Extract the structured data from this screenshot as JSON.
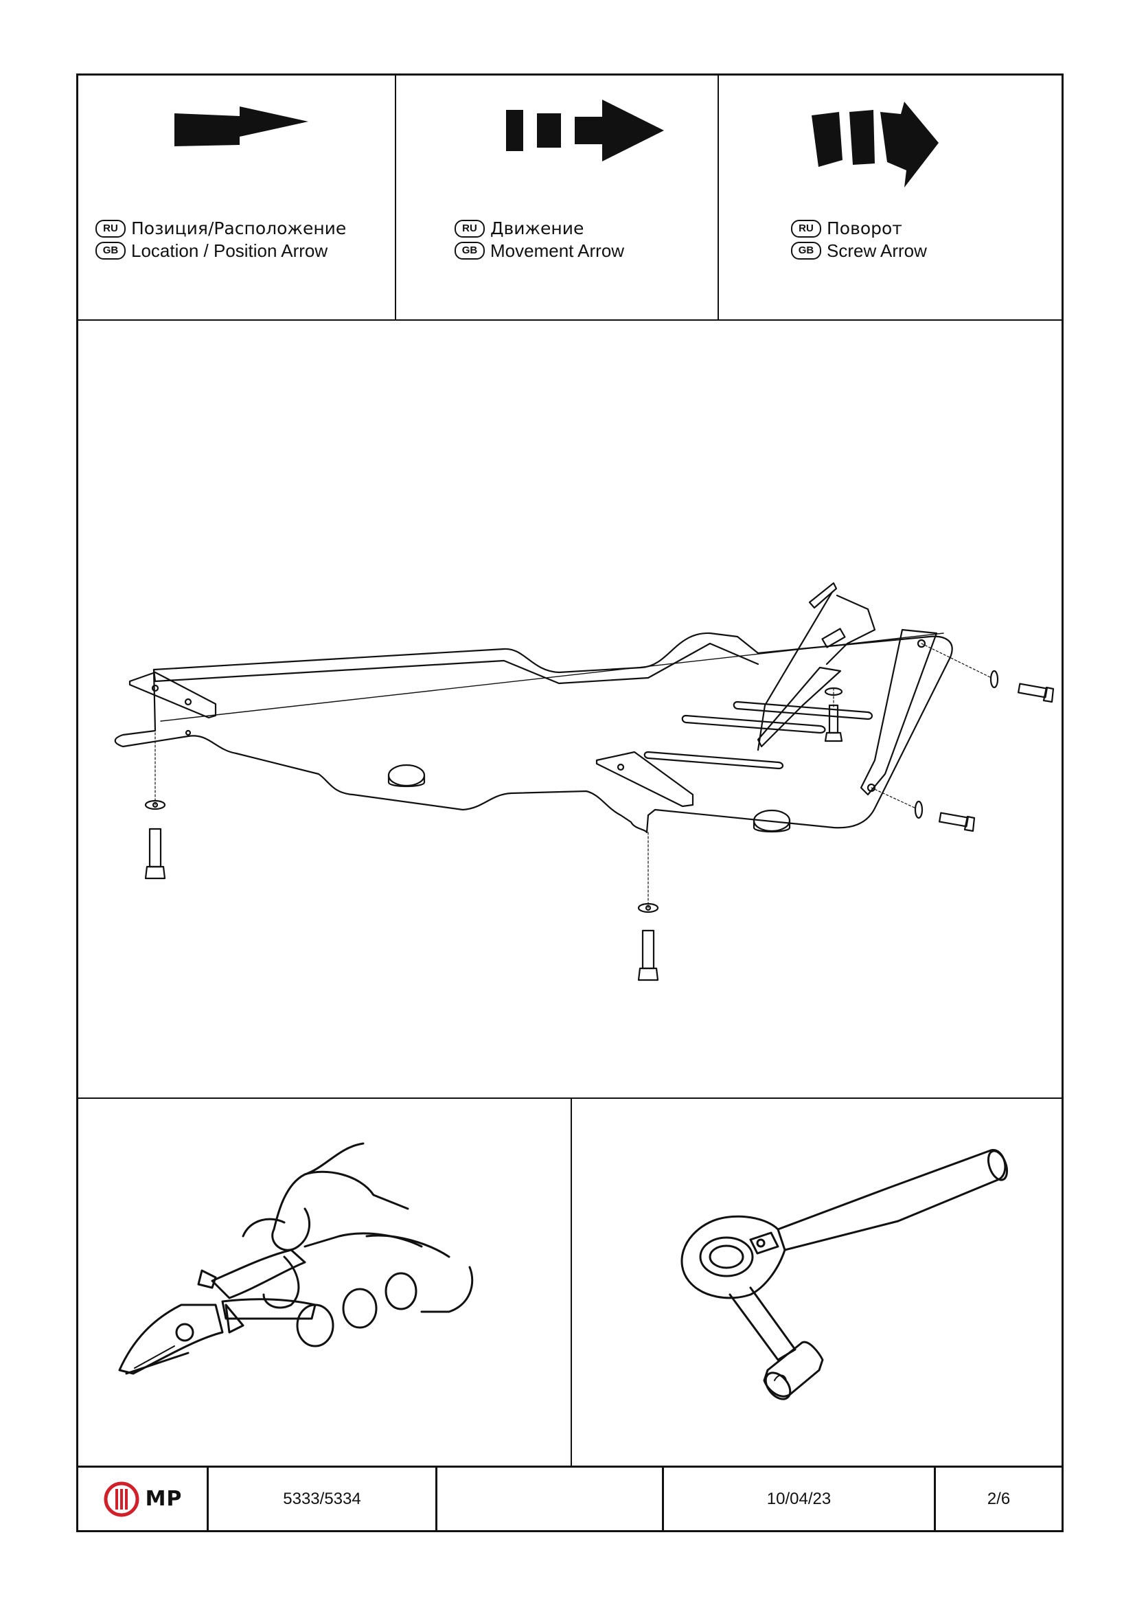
{
  "legend": [
    {
      "ru_badge": "RU",
      "gb_badge": "GB",
      "ru": "Позиция/Расположение",
      "gb": "Location  / Position Arrow"
    },
    {
      "ru_badge": "RU",
      "gb_badge": "GB",
      "ru": "Движение",
      "gb": "Movement Arrow"
    },
    {
      "ru_badge": "RU",
      "gb_badge": "GB",
      "ru": "Поворот",
      "gb": "Screw Arrow"
    }
  ],
  "footer": {
    "logo": "MP",
    "part_number": "5333/5334",
    "blank": "",
    "date": "10/04/23",
    "page": "2/6"
  },
  "colors": {
    "line": "#111111",
    "logo_red": "#d0202a"
  }
}
